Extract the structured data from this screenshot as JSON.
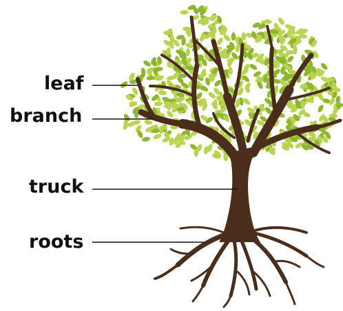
{
  "labels": {
    "leaf": "leaf",
    "branch": "branch",
    "trunk": "truck",
    "roots": "roots"
  },
  "colors": {
    "leaf_light": "#b9d452",
    "leaf_dark": "#8eb630",
    "wood": "#4a2d1a",
    "leader_line": "#111111",
    "label_text": "#111111"
  }
}
